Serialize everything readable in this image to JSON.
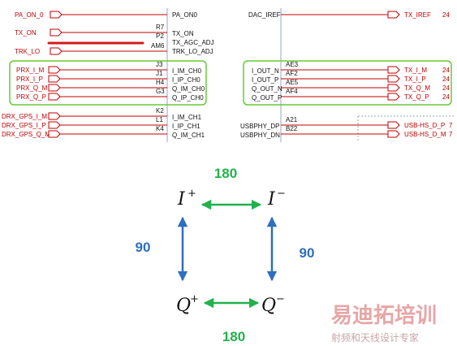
{
  "schematic": {
    "left_ports": [
      {
        "label": "PA_ON_0"
      },
      {
        "label": "TX_ON"
      },
      {
        "label": "TRK_LO"
      },
      {
        "label": "PRX_I_M"
      },
      {
        "label": "PRX_I_P"
      },
      {
        "label": "PRX_Q_M"
      },
      {
        "label": "PRX_Q_P"
      },
      {
        "label": "DRX_GPS_I_M"
      },
      {
        "label": "DRX_GPS_I_P"
      },
      {
        "label": "DRX_GPS_Q_M"
      }
    ],
    "left_pins": [
      {
        "pin": "",
        "net": "PA_ON0"
      },
      {
        "pin": "R7",
        "net": ""
      },
      {
        "pin": "P2",
        "net": "TX_ON"
      },
      {
        "pin": "AM6",
        "net": "TX_AGC_ADJ"
      },
      {
        "pin": "",
        "net": "TRK_LO_ADJ"
      },
      {
        "pin": "J3",
        "net": "I_IM_CH0"
      },
      {
        "pin": "J1",
        "net": "I_IP_CH0"
      },
      {
        "pin": "H4",
        "net": "Q_IM_CH0"
      },
      {
        "pin": "G3",
        "net": "Q_IP_CH0"
      },
      {
        "pin": "K2",
        "net": "I_IM_CH1"
      },
      {
        "pin": "L1",
        "net": "I_IP_CH1"
      },
      {
        "pin": "K4",
        "net": "Q_IM_CH1"
      }
    ],
    "right_nets": [
      {
        "net": "DAC_IREF",
        "pin": ""
      },
      {
        "net": "I_OUT_N",
        "pin": "AE3"
      },
      {
        "net": "I_OUT_P",
        "pin": "AF2"
      },
      {
        "net": "Q_OUT_N",
        "pin": "AE5"
      },
      {
        "net": "Q_OUT_P",
        "pin": "AF4"
      },
      {
        "net": "USBPHY_DP",
        "pin": "A21"
      },
      {
        "net": "USBPHY_DN",
        "pin": "B22"
      }
    ],
    "right_ports": [
      {
        "label": "TX_IREF",
        "num": "24"
      },
      {
        "label": "TX_I_M",
        "num": "24"
      },
      {
        "label": "TX_I_P",
        "num": "24"
      },
      {
        "label": "TX_Q_M",
        "num": "24"
      },
      {
        "label": "TX_Q_P",
        "num": "24"
      },
      {
        "label": "USB-HS_D_P",
        "num": "7"
      },
      {
        "label": "USB-HS_D_M",
        "num": "7"
      }
    ]
  },
  "phase": {
    "top": "180",
    "bottom": "180",
    "left": "90",
    "right": "90",
    "i_plus": {
      "base": "I",
      "sup": "+"
    },
    "i_minus": {
      "base": "I",
      "sup": "−"
    },
    "q_plus": {
      "base": "Q",
      "sup": "+"
    },
    "q_minus": {
      "base": "Q",
      "sup": "−"
    }
  },
  "colors": {
    "green": "#22b14c",
    "blue": "#2e6fbe",
    "red": "#c00000",
    "highlight": "#66cc33"
  },
  "watermark": {
    "line1": "易迪拓培训",
    "line2": "射频和天线设计专家"
  }
}
